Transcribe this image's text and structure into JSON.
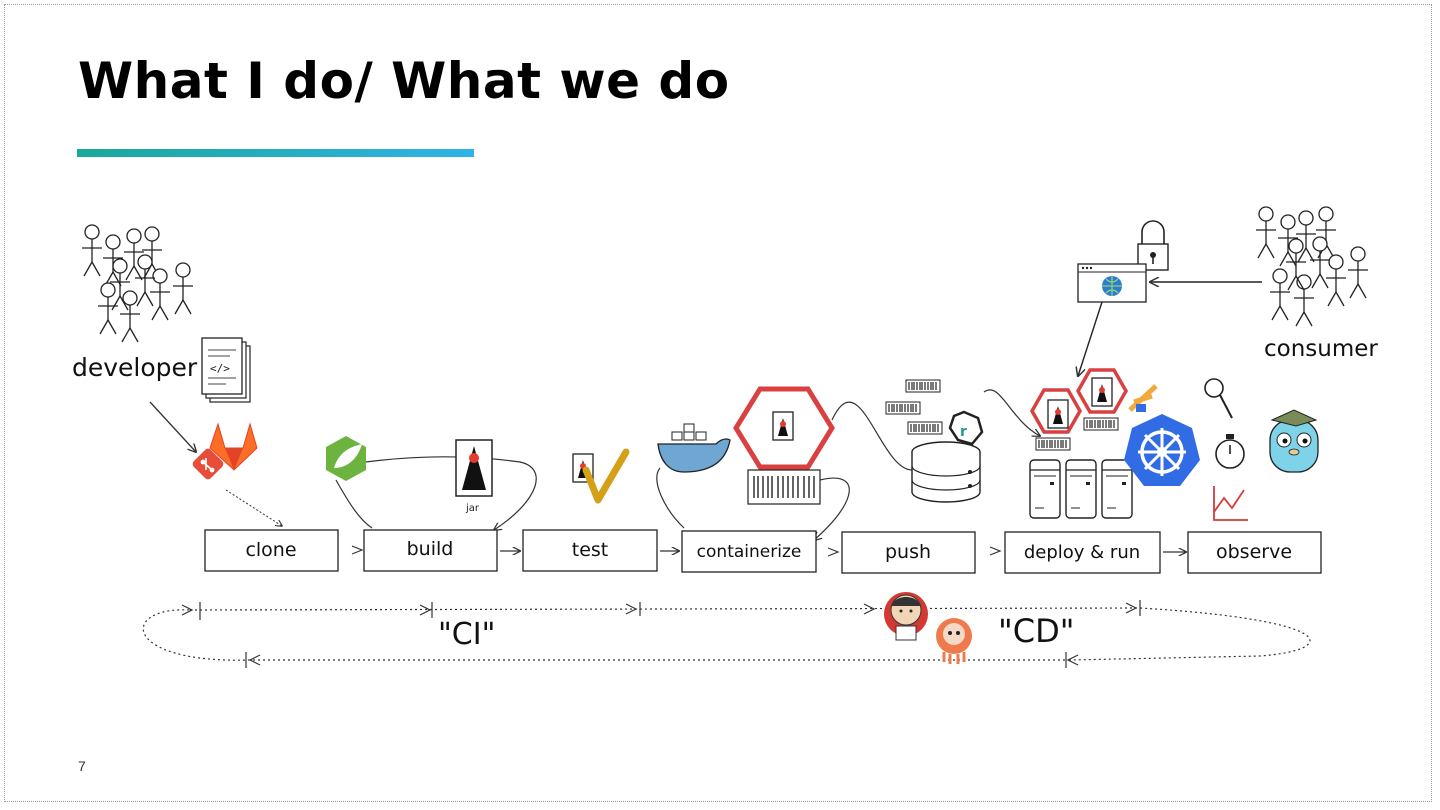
{
  "slide": {
    "title": "What I do/ What we do",
    "page_number": "7",
    "accent_colors": [
      "#1aa89a",
      "#2fb3e6"
    ]
  },
  "diagram": {
    "actors": {
      "developer_label": "developer",
      "consumer_label": "consumer"
    },
    "stages": [
      {
        "label": "clone"
      },
      {
        "label": "build"
      },
      {
        "label": "test"
      },
      {
        "label": "containerize"
      },
      {
        "label": "push"
      },
      {
        "label": "deploy & run"
      },
      {
        "label": "observe"
      }
    ],
    "artifacts": {
      "jar_label": "jar"
    },
    "loops": {
      "ci_label": "\"CI\"",
      "cd_label": "\"CD\""
    },
    "icons": [
      "developer-crowd-icon",
      "code-document-icon",
      "git-icon",
      "gitlab-icon",
      "spring-icon",
      "java-duke-icon",
      "checkmark-icon",
      "docker-whale-icon",
      "container-hexagon-icon",
      "registry-database-icon",
      "kubernetes-icon",
      "pod-hexagon-icon",
      "server-icon",
      "magnifier-icon",
      "stopwatch-icon",
      "metrics-chart-icon",
      "gopher-icon",
      "jenkins-icon",
      "argo-icon",
      "lock-icon",
      "browser-globe-icon",
      "consumer-crowd-icon"
    ],
    "colors": {
      "git_red": "#e84d3a",
      "gitlab_orange": "#fc6d26",
      "spring_green": "#6db33f",
      "kubernetes_blue": "#326ce5",
      "hexagon_red": "#d94040",
      "argo_orange": "#ef7b4d",
      "gopher_blue": "#7fd3e8",
      "check_gold": "#d4a017"
    }
  }
}
